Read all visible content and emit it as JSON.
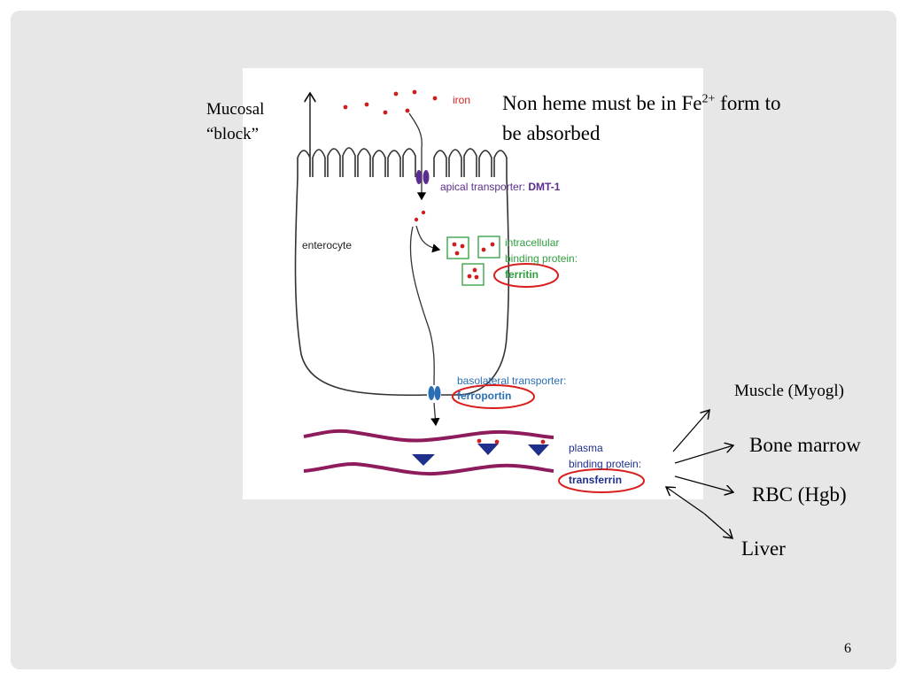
{
  "slide": {
    "mucosal_block_line1": "Mucosal",
    "mucosal_block_line2": "“block”",
    "heading_part1": "Non heme must be in Fe",
    "heading_sup": "2+",
    "heading_part2": " form to",
    "heading_line2": "be absorbed",
    "targets": [
      "Muscle (Myogl)",
      "Bone marrow",
      "RBC (Hgb)",
      "Liver"
    ],
    "page_number": "6"
  },
  "figure": {
    "iron_label": "iron",
    "enterocyte_label": "enterocyte",
    "apical_label_prefix": "apical transporter: ",
    "apical_label_name": "DMT-1",
    "ferritin_line1": "intracellular",
    "ferritin_line2": "binding protein:",
    "ferritin_name": "ferritin",
    "basolateral_line1": "basolateral transporter:",
    "ferroportin_name": "ferroportin",
    "plasma_line1": "plasma",
    "plasma_line2": "binding protein:",
    "transferrin_name": "transferrin"
  },
  "colors": {
    "iron_dot": "#cc1f1f",
    "dmt1_purple": "#5b2d8e",
    "ferritin_green": "#2e9e3e",
    "ferroportin_blue": "#2a6fb5",
    "vessel": "#8e1b5c",
    "transferrin_navy": "#1f2f8c",
    "highlight_ring": "#d91c1c"
  }
}
